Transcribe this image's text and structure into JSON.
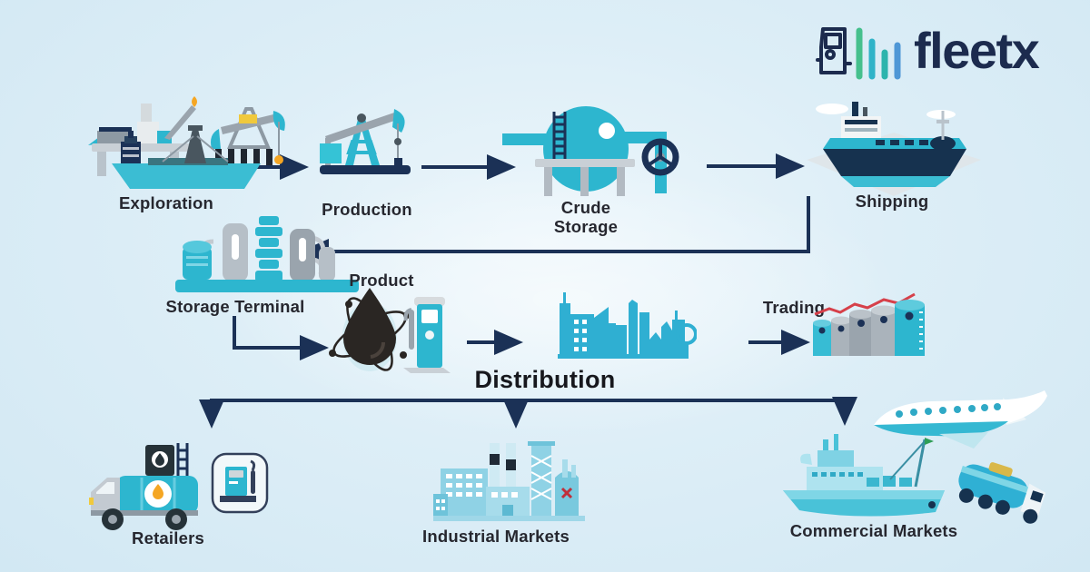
{
  "logo": {
    "name": "fleetx",
    "icon": "truck-with-signal-bars-icon"
  },
  "nodes": {
    "exploration": {
      "label": "Exploration",
      "icon": "offshore-rig-and-drillship-icon"
    },
    "production": {
      "label": "Production",
      "icon": "pumpjack-icon"
    },
    "crude_storage": {
      "label": "Crude Storage",
      "icon": "spherical-tank-with-valve-icon"
    },
    "shipping": {
      "label": "Shipping",
      "icon": "oil-tanker-ship-icon"
    },
    "storage_terminal": {
      "label": "Storage Terminal",
      "icon": "refinery-columns-icon"
    },
    "product": {
      "label": "Product",
      "icon": "oil-drop-atom-and-fuel-pump-icon"
    },
    "distribution": {
      "label": "Distribution",
      "icon": "city-skyline-icon"
    },
    "trading": {
      "label": "Trading",
      "icon": "tank-farm-with-price-line-icon"
    },
    "retailers": {
      "label": "Retailers",
      "icon": "fuel-truck-and-pump-sign-icon"
    },
    "industrial_markets": {
      "label": "Industrial Markets",
      "icon": "factory-complex-icon"
    },
    "commercial_markets": {
      "label": "Commercial Markets",
      "icon": "plane-ship-tanker-truck-icon"
    }
  },
  "flow": [
    {
      "from": "Exploration",
      "to": "Production"
    },
    {
      "from": "Production",
      "to": "Crude Storage"
    },
    {
      "from": "Crude Storage",
      "to": "Shipping"
    },
    {
      "from": "Shipping",
      "to": "Storage Terminal"
    },
    {
      "from": "Storage Terminal",
      "to": "Product"
    },
    {
      "from": "Product",
      "to": "Distribution"
    },
    {
      "from": "Distribution",
      "to": "Trading"
    },
    {
      "from": "Distribution",
      "to": "Retailers"
    },
    {
      "from": "Distribution",
      "to": "Industrial Markets"
    },
    {
      "from": "Distribution",
      "to": "Commercial Markets"
    }
  ],
  "colors": {
    "background": "#d8eaf4",
    "teal": "#2db6cf",
    "navy_arrow": "#1b3156",
    "logo_navy": "#1c2b4e",
    "text": "#26272f",
    "flame_orange": "#f5a623",
    "trend_red": "#d6404a"
  }
}
